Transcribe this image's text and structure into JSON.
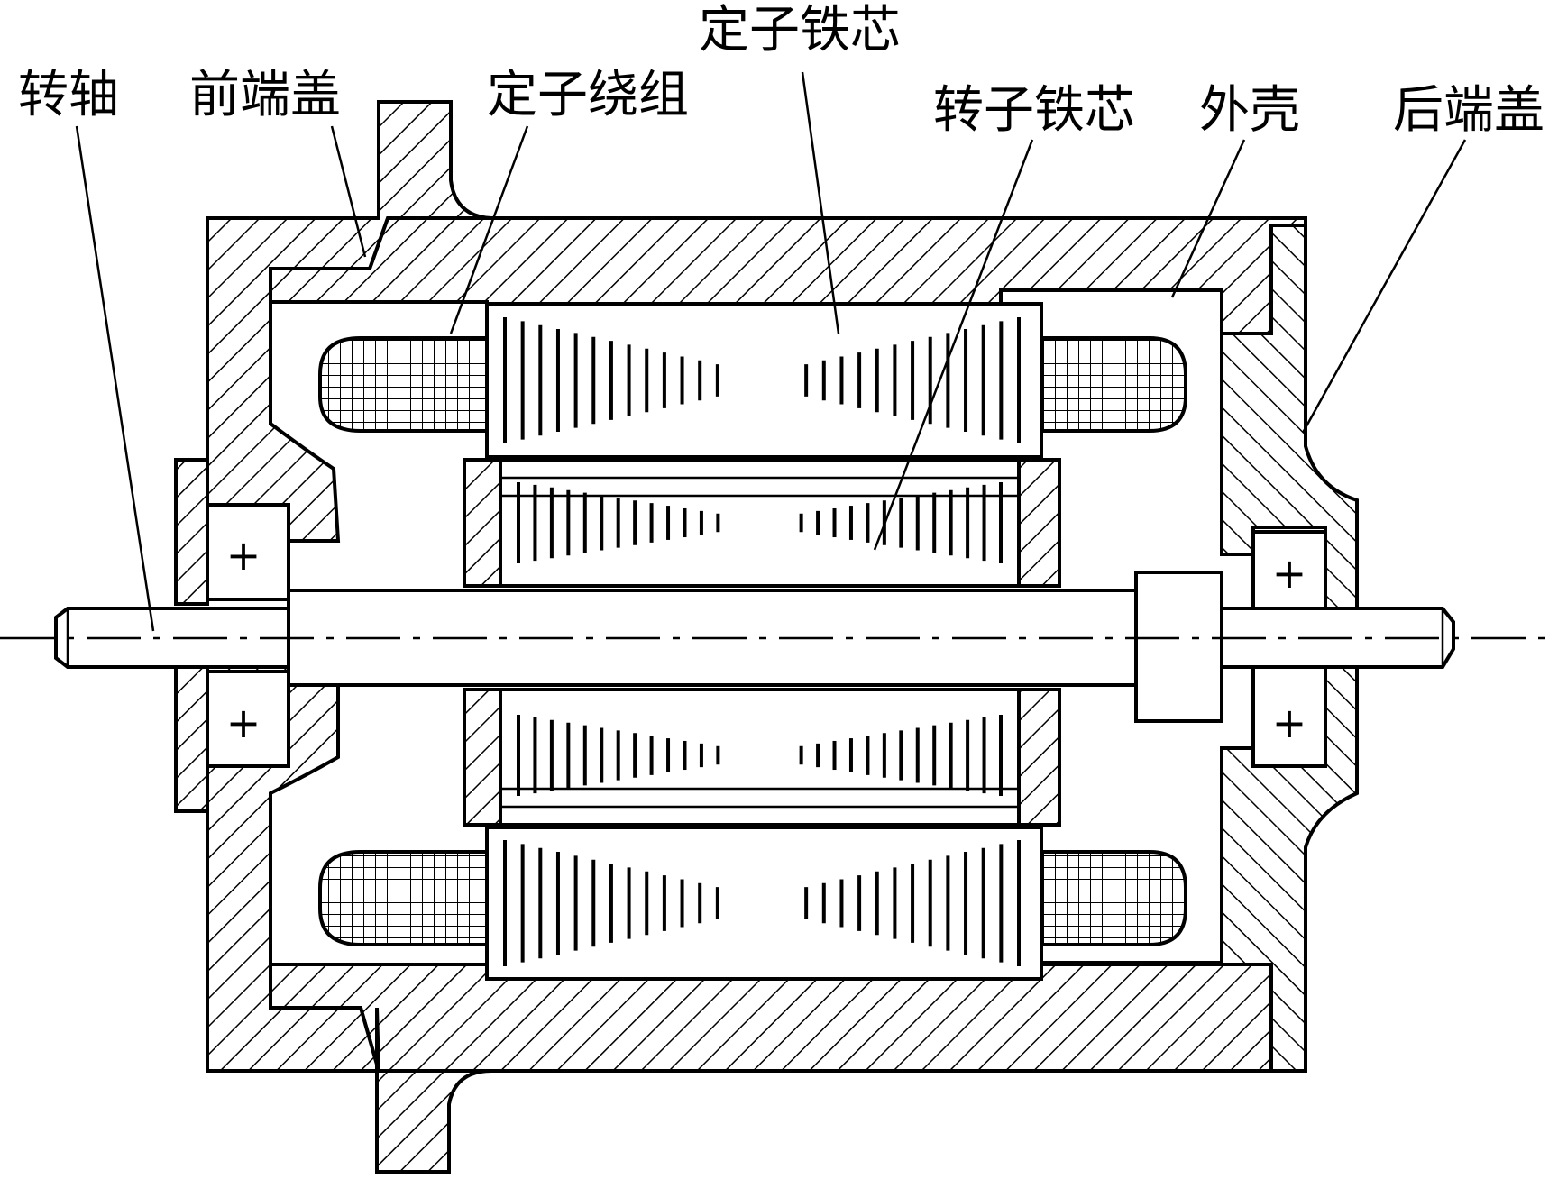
{
  "labels": {
    "shaft": "转轴",
    "front_cover": "前端盖",
    "stator_winding": "定子绕组",
    "stator_core": "定子铁芯",
    "rotor_core": "转子铁芯",
    "housing": "外壳",
    "rear_cover": "后端盖"
  },
  "bearing_mark": "+",
  "colors": {
    "ink": "#000000",
    "paper": "#ffffff"
  }
}
